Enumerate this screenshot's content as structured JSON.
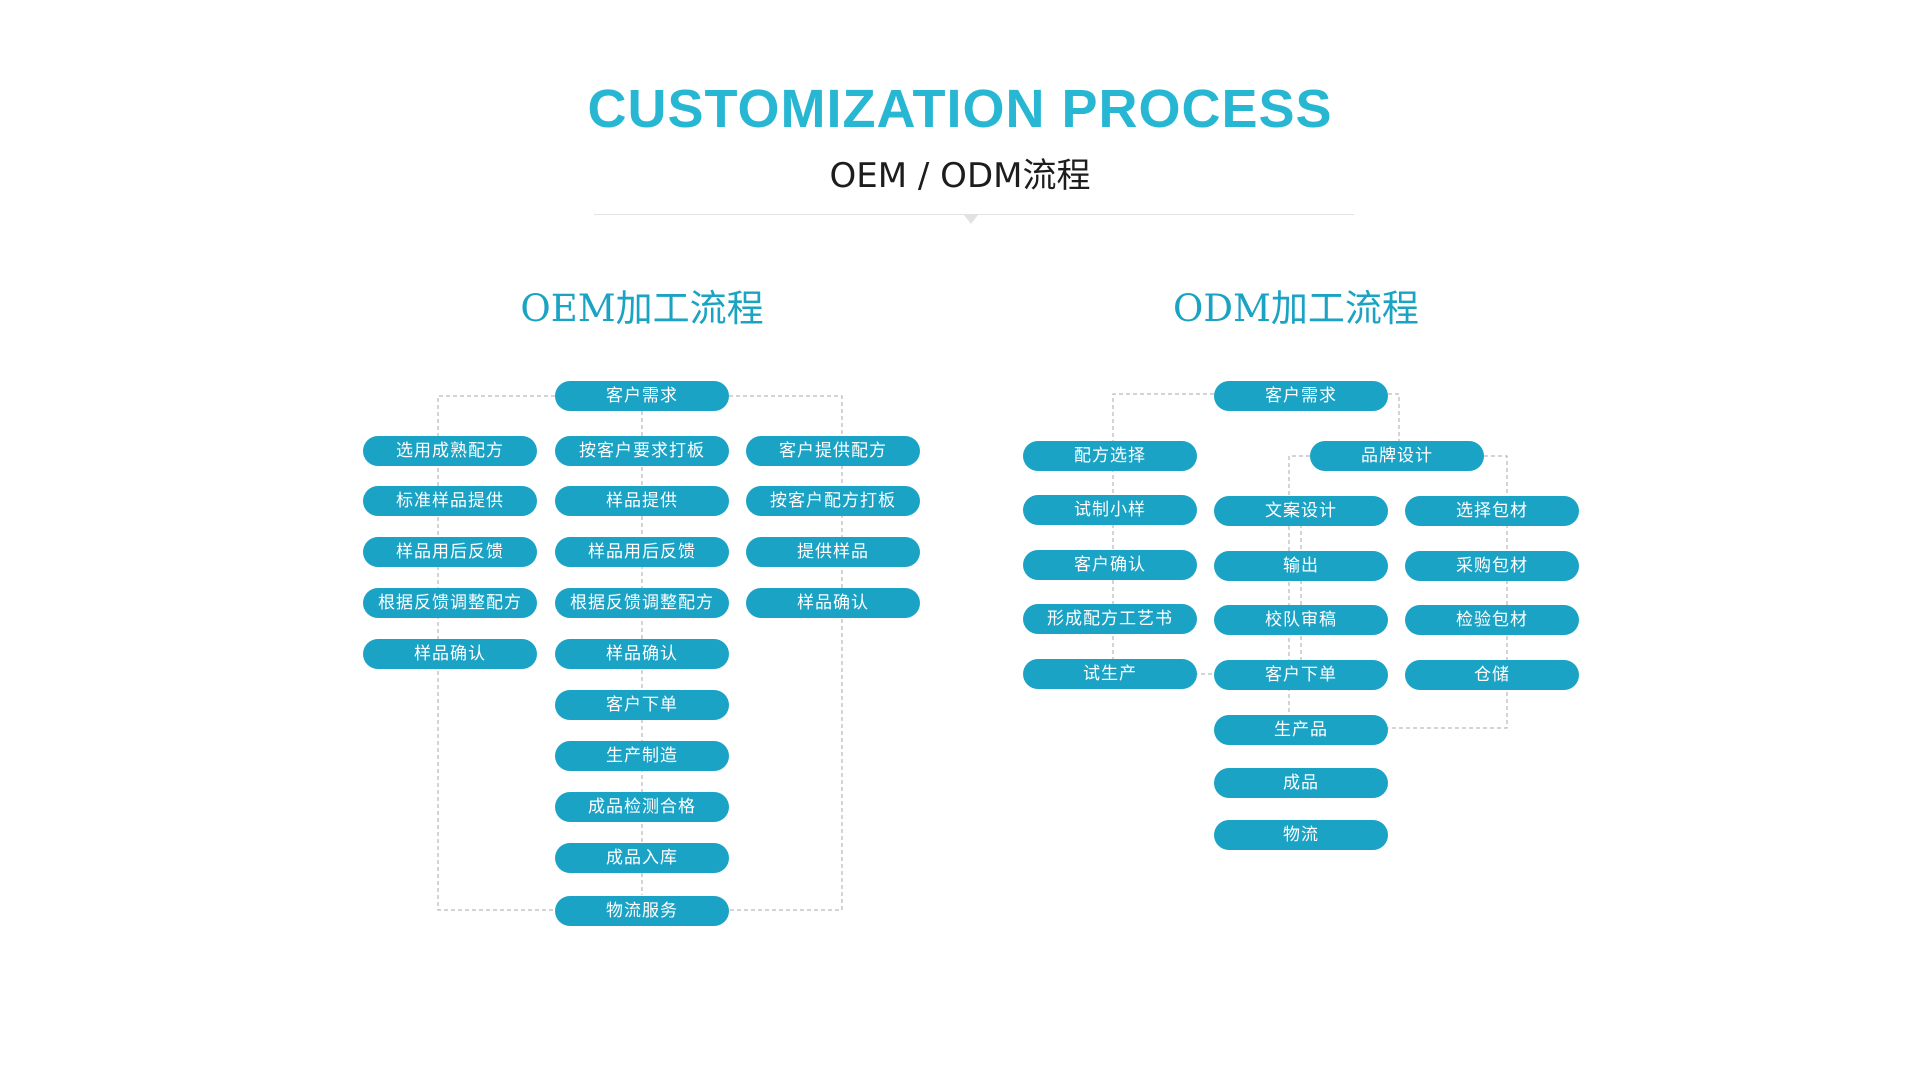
{
  "header": {
    "title": "CUSTOMIZATION PROCESS",
    "subtitle": "OEM / ODM流程"
  },
  "oem": {
    "title": "OEM加工流程",
    "center": [
      "客户需求",
      "按客户要求打板",
      "样品提供",
      "样品用后反馈",
      "根据反馈调整配方",
      "样品确认",
      "客户下单",
      "生产制造",
      "成品检测合格",
      "成品入库",
      "物流服务"
    ],
    "left": [
      "选用成熟配方",
      "标准样品提供",
      "样品用后反馈",
      "根据反馈调整配方",
      "样品确认"
    ],
    "right": [
      "客户提供配方",
      "按客户配方打板",
      "提供样品",
      "样品确认"
    ]
  },
  "odm": {
    "title": "ODM加工流程",
    "top": "客户需求",
    "brand": "品牌设计",
    "left": [
      "配方选择",
      "试制小样",
      "客户确认",
      "形成配方工艺书",
      "试生产"
    ],
    "center": [
      "文案设计",
      "输出",
      "校队审稿",
      "客户下单",
      "生产品",
      "成品",
      "物流"
    ],
    "right": [
      "选择包材",
      "采购包材",
      "检验包材",
      "仓储"
    ]
  },
  "colors": {
    "title": "#27b7d3",
    "node_fill": "#1ba3c6",
    "node_text": "#ffffff",
    "connector": "#aaaaaa"
  }
}
